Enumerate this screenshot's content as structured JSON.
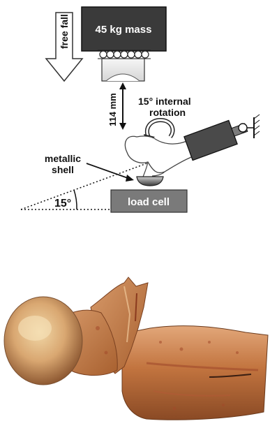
{
  "diagram": {
    "mass_label": "45 kg mass",
    "free_fall_label": "free fall",
    "distance_label": "114 mm",
    "rotation_label_line1": "15° internal",
    "rotation_label_line2": "rotation",
    "shell_label_line1": "metallic",
    "shell_label_line2": "shell",
    "angle_label": "15°",
    "load_cell_label": "load cell"
  },
  "photo": {
    "subject": "fractured-proximal-femur-specimen"
  },
  "colors": {
    "mass_fill": "#3a3a3a",
    "load_cell_fill": "#7a7a7a",
    "actuator_fill": "#4a4a4a",
    "bone_base": "#c98a5a"
  }
}
